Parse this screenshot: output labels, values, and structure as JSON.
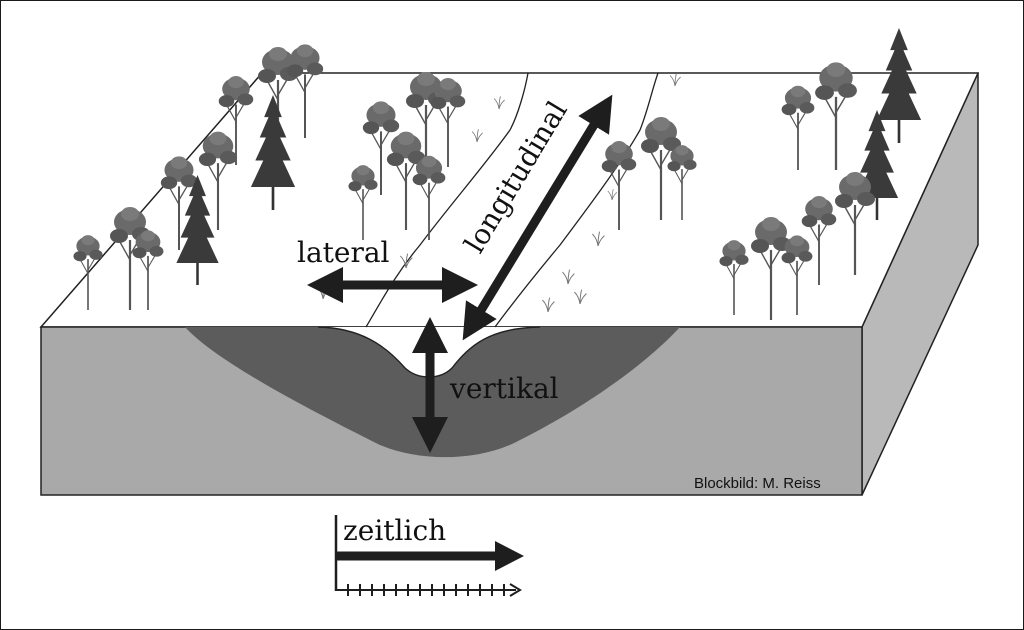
{
  "labels": {
    "lateral": "lateral",
    "longitudinal": "longitudinal",
    "vertical": "vertikal",
    "temporal": "zeitlich",
    "credit": "Blockbild: M. Reiss"
  },
  "colors": {
    "surface": "#ffffff",
    "block_front": "#a9a9a9",
    "block_side": "#b9b9b9",
    "river_valley": "#5c5c5c",
    "arrow": "#1e1e1e",
    "outline": "#222222"
  },
  "icons": [
    "deciduous-tree-icon",
    "conifer-tree-icon",
    "grass-tuft-icon",
    "double-arrow-icon",
    "time-arrow-icon"
  ]
}
